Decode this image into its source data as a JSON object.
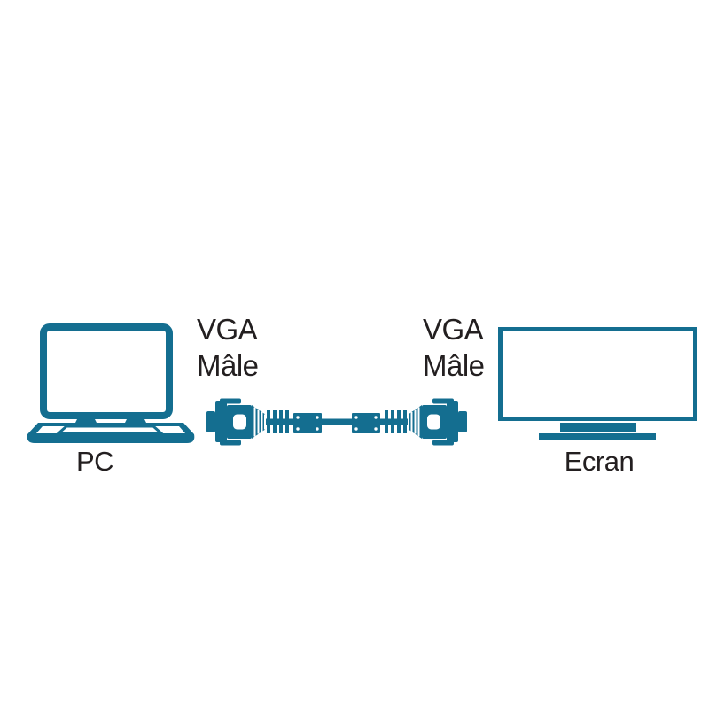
{
  "diagram": {
    "colors": {
      "accent": "#146E90",
      "text": "#231F20",
      "background": "#FFFFFF"
    },
    "left_device": {
      "label": "PC"
    },
    "right_device": {
      "label": "Ecran"
    },
    "left_connector": {
      "line1": "VGA",
      "line2": "Mâle"
    },
    "right_connector": {
      "line1": "VGA",
      "line2": "Mâle"
    }
  }
}
